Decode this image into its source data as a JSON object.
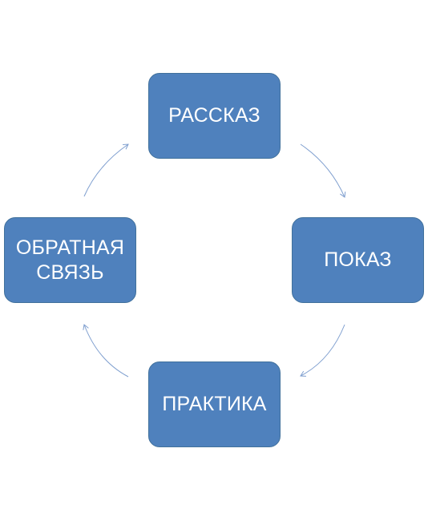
{
  "diagram": {
    "type": "cycle",
    "direction": "clockwise",
    "accent_color": "#4f81bd",
    "arrow_color": "#7f9fcf",
    "nodes": [
      {
        "id": "top",
        "label": "РАССКАЗ"
      },
      {
        "id": "right",
        "label": "ПОКАЗ"
      },
      {
        "id": "bottom",
        "label": "ПРАКТИКА"
      },
      {
        "id": "left",
        "label": "ОБРАТНАЯ\nСВЯЗЬ"
      }
    ],
    "edges": [
      {
        "from": "top",
        "to": "right"
      },
      {
        "from": "right",
        "to": "bottom"
      },
      {
        "from": "bottom",
        "to": "left"
      },
      {
        "from": "left",
        "to": "top"
      }
    ]
  }
}
